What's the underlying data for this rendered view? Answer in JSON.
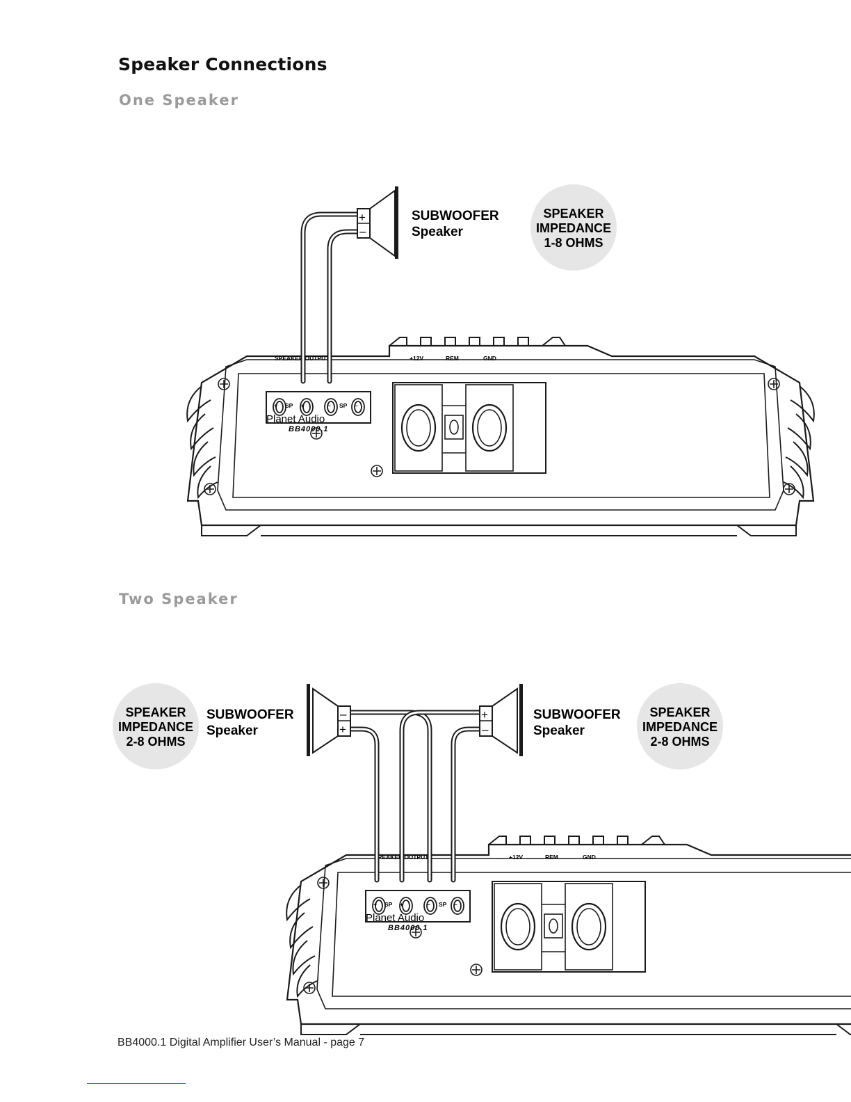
{
  "title": "Speaker Connections",
  "sections": [
    {
      "heading": "One Speaker",
      "speaker": {
        "label_line1": "SUBWOOFER",
        "label_line2": "Speaker"
      },
      "impedance": {
        "line1": "SPEAKER",
        "line2": "IMPEDANCE",
        "line3": "1-8 OHMS"
      }
    },
    {
      "heading": "Two Speaker",
      "speaker_left": {
        "label_line1": "SUBWOOFER",
        "label_line2": "Speaker"
      },
      "speaker_right": {
        "label_line1": "SUBWOOFER",
        "label_line2": "Speaker"
      },
      "impedance_left": {
        "line1": "SPEAKER",
        "line2": "IMPEDANCE",
        "line3": "2-8 OHMS"
      },
      "impedance_right": {
        "line1": "SPEAKER",
        "line2": "IMPEDANCE",
        "line3": "2-8 OHMS"
      }
    }
  ],
  "amplifier": {
    "speaker_output_label": "SPEAKER OUTPUT",
    "terminal_signs": [
      "+",
      "SP",
      "+",
      "–",
      "SP",
      "–"
    ],
    "power_labels": [
      "+12V",
      "REM",
      "GND"
    ],
    "brand": "Planet Audio",
    "model": "BB4000.1"
  },
  "terminal_marks": {
    "plus": "+",
    "minus": "–"
  },
  "footer": "BB4000.1 Digital Amplifier User’s Manual - page 7",
  "colors": {
    "impedance_circle": "#e6e6e6",
    "section_heading": "#9a9a9a",
    "line": "#1a1a1a"
  }
}
